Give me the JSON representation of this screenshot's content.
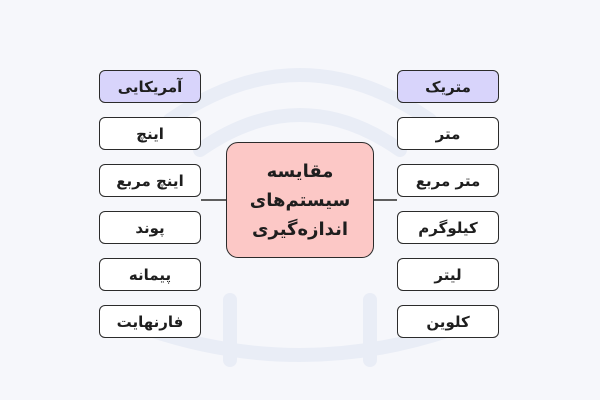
{
  "colors": {
    "header_fill": "#d8d4fb",
    "item_fill": "#ffffff",
    "center_fill": "#fcc8c6",
    "border": "#2b2b2b",
    "background": "#f6f7fb"
  },
  "center": {
    "lines": [
      "مقایسه",
      "سیستم‌های",
      "اندازه‌گیری"
    ]
  },
  "american": {
    "title": "آمریکایی",
    "items": [
      "اینچ",
      "اینچ مربع",
      "پوند",
      "پیمانه",
      "فارنهایت"
    ]
  },
  "metric": {
    "title": "متریک",
    "items": [
      "متر",
      "متر مربع",
      "کیلوگرم",
      "لیتر",
      "کلوین"
    ]
  }
}
